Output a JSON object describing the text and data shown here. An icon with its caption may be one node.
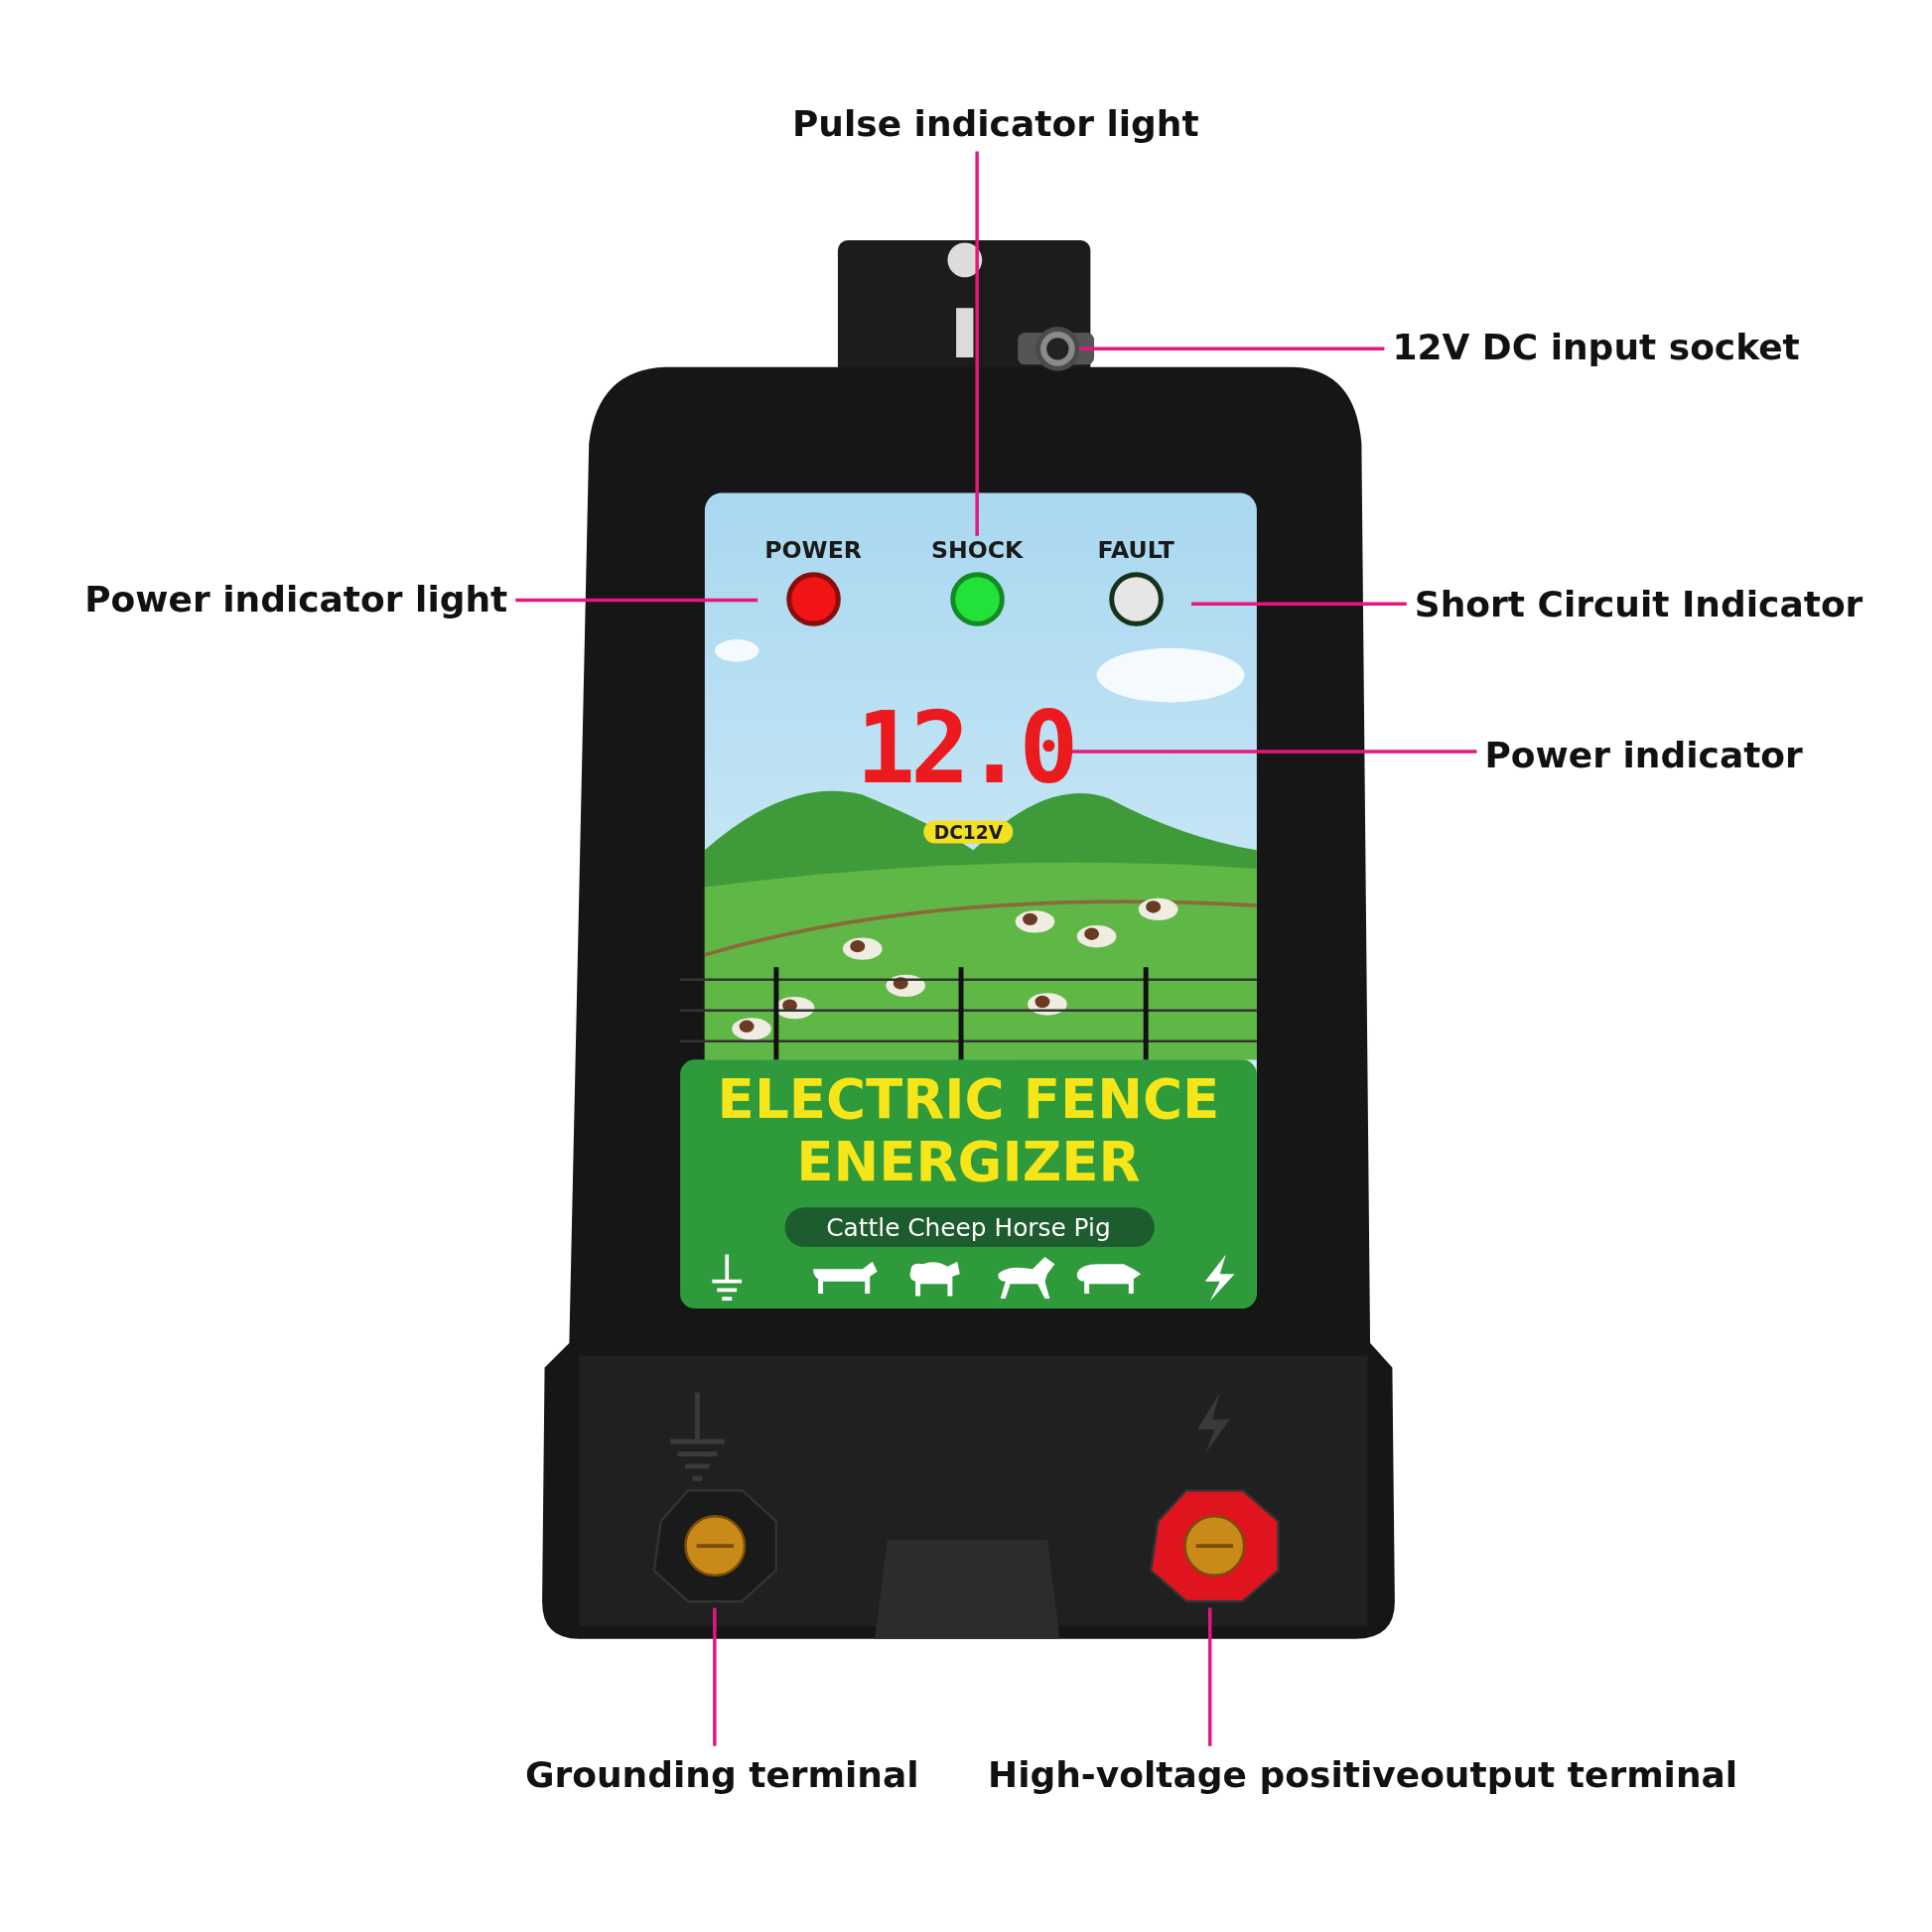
{
  "diagram": {
    "nodes": [
      {
        "text": [
          "Pulse indicator light"
        ]
      },
      {
        "text": [
          "12V DC input socket"
        ]
      },
      {
        "text": [
          "Power indicator light"
        ]
      },
      {
        "text": [
          "Short Circuit Indicator"
        ]
      },
      {
        "text": [
          "Power indicator"
        ]
      },
      {
        "text": [
          "Grounding terminal"
        ]
      },
      {
        "text": [
          "High-voltage positiveoutput terminal"
        ]
      },
      {
        "text": [
          "SHOCK"
        ]
      },
      {
        "text": [],
        "shape": "circle"
      },
      {
        "text": [
          "POWER"
        ]
      },
      {
        "text": [
          "FAULT"
        ]
      },
      {
        "text": [
          "12.0"
        ]
      },
      {
        "text": [],
        "shape": "picture"
      },
      {
        "text": [],
        "shape": "picture"
      }
    ],
    "edges": [
      {
        "from": 0,
        "to": 7,
        "arrow": "none"
      },
      {
        "from": 1,
        "to": 8,
        "arrow": "none"
      },
      {
        "from": 2,
        "to": 9,
        "arrow": "none"
      },
      {
        "from": 3,
        "to": 10,
        "arrow": "none"
      },
      {
        "from": 4,
        "to": 11,
        "arrow": "none"
      },
      {
        "from": 5,
        "to": 12,
        "arrow": "none"
      },
      {
        "from": 6,
        "to": 13,
        "arrow": "none"
      }
    ],
    "labels": [
      "DC12V",
      "ELECTRIC FENCE ENERGIZER",
      "Cattle Cheep Horse Pig"
    ]
  }
}
